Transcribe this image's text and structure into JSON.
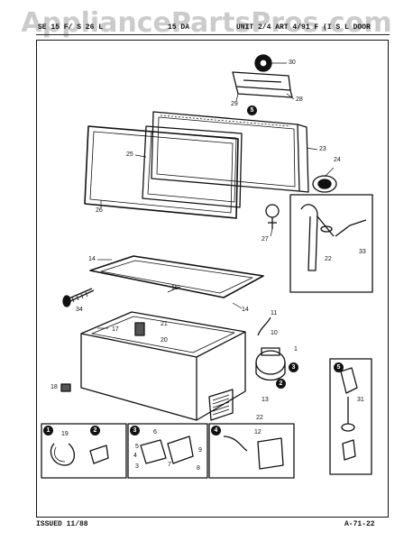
{
  "watermark": "AppliancePartsPros.com",
  "header": {
    "left": "SE 15 F/ S 26 L",
    "mid": "15 DA",
    "right": "UNIT 2/4 ART 4/91 F (I S L DOOR"
  },
  "footer": {
    "issued": "ISSUED 11/88",
    "page": "A-71-22"
  },
  "callouts": [
    "30",
    "28",
    "29",
    "5",
    "23",
    "25",
    "24",
    "26",
    "27",
    "22",
    "33",
    "14",
    "15",
    "14",
    "34",
    "17",
    "21",
    "20",
    "11",
    "10",
    "1",
    "3",
    "2",
    "13",
    "18",
    "22",
    "19",
    "6",
    "4",
    "12",
    "5",
    "31",
    "7",
    "8",
    "9",
    "5",
    "3",
    "4"
  ],
  "circled": [
    "5",
    "3",
    "2",
    "5"
  ],
  "panel_tags": [
    "1",
    "2",
    "3",
    "4"
  ]
}
